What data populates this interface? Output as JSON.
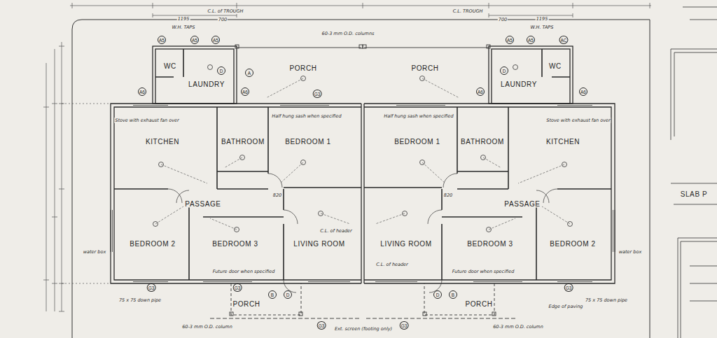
{
  "diagram": {
    "nodes": [
      {
        "text": [
          "WC"
        ]
      },
      {
        "text": [
          "LAUNDRY"
        ]
      },
      {
        "text": [
          "PORCH"
        ]
      },
      {
        "text": [
          "PORCH"
        ]
      },
      {
        "text": [
          "LAUNDRY"
        ]
      },
      {
        "text": [
          "WC"
        ]
      },
      {
        "text": [
          "KITCHEN"
        ]
      },
      {
        "text": [
          "BATHROOM"
        ]
      },
      {
        "text": [
          "BEDROOM 1"
        ]
      },
      {
        "text": [
          "BEDROOM 1"
        ]
      },
      {
        "text": [
          "BATHROOM"
        ]
      },
      {
        "text": [
          "KITCHEN"
        ]
      },
      {
        "text": [
          "PASSAGE"
        ]
      },
      {
        "text": [
          "PASSAGE"
        ]
      },
      {
        "text": [
          "BEDROOM 2"
        ]
      },
      {
        "text": [
          "BEDROOM 3"
        ]
      },
      {
        "text": [
          "LIVING ROOM"
        ]
      },
      {
        "text": [
          "LIVING ROOM"
        ]
      },
      {
        "text": [
          "BEDROOM 3"
        ]
      },
      {
        "text": [
          "BEDROOM 2"
        ]
      },
      {
        "text": [
          "PORCH"
        ]
      },
      {
        "text": [
          "PORCH"
        ]
      }
    ],
    "labels": [
      "C.L. of TROUGH",
      "C.L. TROUGH",
      "1195",
      "700",
      "1195",
      "700",
      "W.H. TAPS",
      "W.H. TAPS",
      "60-3 mm O.D. columns",
      "A5",
      "A5",
      "A5",
      "A5",
      "A5",
      "AC",
      "D",
      "A",
      "D",
      "A6",
      "A6",
      "A6",
      "A6",
      "G3",
      "Stove with exhaust fan over",
      "Stove with exhaust fan over",
      "Half hung sash when specified",
      "Half hung sash when specified",
      "820",
      "820",
      "C.L. of header",
      "C.L. of header",
      "Future door when specified",
      "Future door when specified",
      "G3",
      "G3",
      "G3",
      "B",
      "D",
      "D",
      "B",
      "75 x 75 down pipe",
      "75 x 75 down pipe",
      "water box",
      "water box",
      "Edge of paving",
      "G3",
      "G3",
      "Ext. screen (footing only)",
      "60-3 mm O.D. column",
      "60-3 mm O.D. column",
      "SLAB P"
    ]
  }
}
